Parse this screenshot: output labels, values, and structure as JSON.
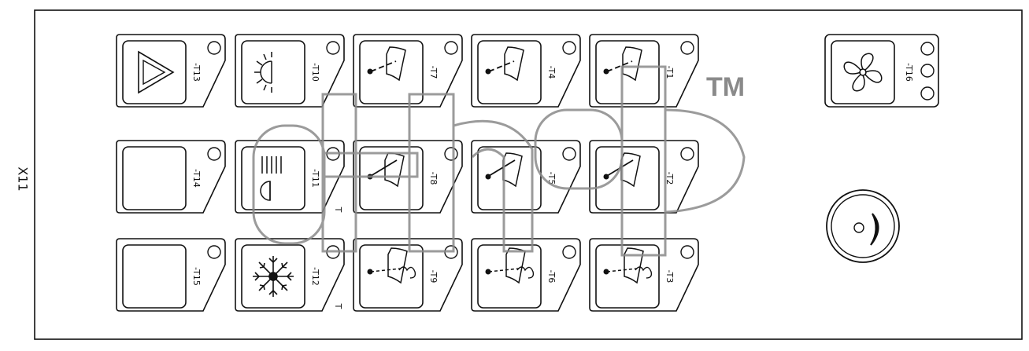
{
  "panel_label": "X11",
  "buttons": [
    {
      "label": "-T13",
      "icon": "hazard-triangle-icon"
    },
    {
      "label": "-T10",
      "icon": "work-light-icon"
    },
    {
      "label": "-T7",
      "icon": "wiper-intermittent-icon"
    },
    {
      "label": "-T4",
      "icon": "wiper-intermittent-icon"
    },
    {
      "label": "-T1",
      "icon": "wiper-intermittent-icon"
    },
    {
      "label": "-T14",
      "icon": "blank-icon"
    },
    {
      "label": "-T11",
      "icon": "headlight-icon"
    },
    {
      "label": "-T8",
      "icon": "wiper-icon"
    },
    {
      "label": "-T5",
      "icon": "wiper-icon"
    },
    {
      "label": "-T2",
      "icon": "wiper-icon"
    },
    {
      "label": "-T15",
      "icon": "blank-icon"
    },
    {
      "label": "-T12",
      "icon": "snowflake-icon"
    },
    {
      "label": "-T9",
      "icon": "wiper-washer-icon"
    },
    {
      "label": "-T6",
      "icon": "wiper-washer-icon"
    },
    {
      "label": "-T3",
      "icon": "wiper-washer-icon"
    },
    {
      "label": "-T16",
      "icon": "fan-icon"
    }
  ],
  "marks": {
    "t11": "T",
    "t12": "T"
  },
  "watermark": {
    "trademark": "TM"
  },
  "knob": {
    "icon": "rotary-knob-icon"
  }
}
